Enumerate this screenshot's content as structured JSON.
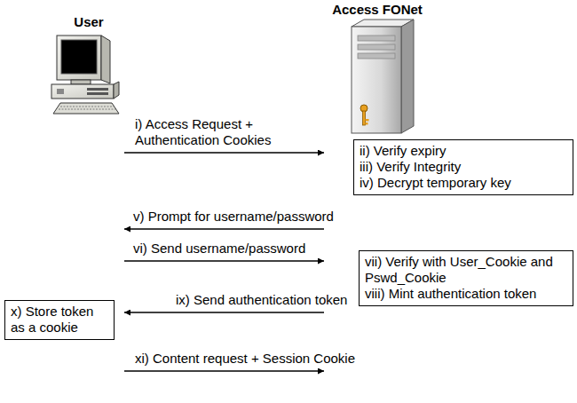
{
  "diagram": {
    "nodes": [
      {
        "text": [
          "User"
        ]
      },
      {
        "text": [
          "Access FONet"
        ]
      },
      {
        "text": [
          "ii) Verify expiry",
          "iii) Verify Integrity",
          "iv) Decrypt temporary key"
        ]
      },
      {
        "text": [
          "vii) Verify with User_Cookie and Pswd_Cookie",
          "viii) Mint authentication token"
        ]
      },
      {
        "text": [
          "x) Store token as a cookie"
        ]
      }
    ],
    "edges": [
      {
        "from": 0,
        "to": 1,
        "label": "i) Access Request + Authentication Cookies",
        "arrow": "to"
      },
      {
        "from": 1,
        "to": 0,
        "label": "v) Prompt for username/password",
        "arrow": "to"
      },
      {
        "from": 0,
        "to": 1,
        "label": "vi) Send username/password",
        "arrow": "to"
      },
      {
        "from": 1,
        "to": 0,
        "label": "ix) Send authentication token",
        "arrow": "to"
      },
      {
        "from": 0,
        "to": 1,
        "label": "xi) Content request + Session Cookie",
        "arrow": "to"
      }
    ]
  }
}
